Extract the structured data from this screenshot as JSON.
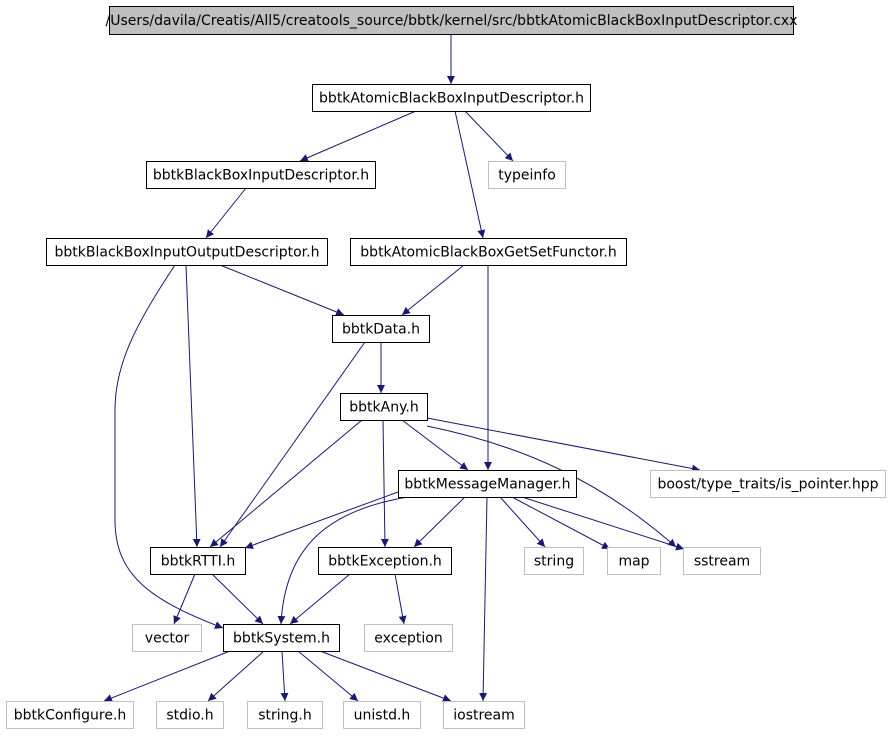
{
  "diagram": {
    "colors": {
      "edge": "#191970",
      "node_border": "#000000",
      "external_border": "#bfbfbf",
      "root_fill": "#bfbfbf"
    },
    "nodes": [
      {
        "id": "root",
        "label": "/Users/davila/Creatis/All5/creatools_source/bbtk/kernel/src/bbtkAtomicBlackBoxInputDescriptor.cxx",
        "kind": "root"
      },
      {
        "id": "abbid",
        "label": "bbtkAtomicBlackBoxInputDescriptor.h",
        "kind": "internal"
      },
      {
        "id": "bbid",
        "label": "bbtkBlackBoxInputDescriptor.h",
        "kind": "internal"
      },
      {
        "id": "typeinfo",
        "label": "typeinfo",
        "kind": "external"
      },
      {
        "id": "bbiod",
        "label": "bbtkBlackBoxInputOutputDescriptor.h",
        "kind": "internal"
      },
      {
        "id": "abbgsf",
        "label": "bbtkAtomicBlackBoxGetSetFunctor.h",
        "kind": "internal"
      },
      {
        "id": "data",
        "label": "bbtkData.h",
        "kind": "internal"
      },
      {
        "id": "any",
        "label": "bbtkAny.h",
        "kind": "internal"
      },
      {
        "id": "msg",
        "label": "bbtkMessageManager.h",
        "kind": "internal"
      },
      {
        "id": "boost",
        "label": "boost/type_traits/is_pointer.hpp",
        "kind": "external"
      },
      {
        "id": "rtti",
        "label": "bbtkRTTI.h",
        "kind": "internal"
      },
      {
        "id": "exc",
        "label": "bbtkException.h",
        "kind": "internal"
      },
      {
        "id": "string",
        "label": "string",
        "kind": "external"
      },
      {
        "id": "map",
        "label": "map",
        "kind": "external"
      },
      {
        "id": "sstream",
        "label": "sstream",
        "kind": "external"
      },
      {
        "id": "vector",
        "label": "vector",
        "kind": "external"
      },
      {
        "id": "system",
        "label": "bbtkSystem.h",
        "kind": "internal"
      },
      {
        "id": "exception",
        "label": "exception",
        "kind": "external"
      },
      {
        "id": "config",
        "label": "bbtkConfigure.h",
        "kind": "external"
      },
      {
        "id": "stdio",
        "label": "stdio.h",
        "kind": "external"
      },
      {
        "id": "stringh",
        "label": "string.h",
        "kind": "external"
      },
      {
        "id": "unistd",
        "label": "unistd.h",
        "kind": "external"
      },
      {
        "id": "iostream",
        "label": "iostream",
        "kind": "external"
      }
    ],
    "edges": [
      {
        "from": "root",
        "to": "abbid"
      },
      {
        "from": "abbid",
        "to": "bbid"
      },
      {
        "from": "abbid",
        "to": "typeinfo"
      },
      {
        "from": "abbid",
        "to": "abbgsf"
      },
      {
        "from": "bbid",
        "to": "bbiod"
      },
      {
        "from": "bbiod",
        "to": "data"
      },
      {
        "from": "bbiod",
        "to": "rtti"
      },
      {
        "from": "bbiod",
        "to": "system"
      },
      {
        "from": "abbgsf",
        "to": "data"
      },
      {
        "from": "abbgsf",
        "to": "msg"
      },
      {
        "from": "data",
        "to": "any"
      },
      {
        "from": "data",
        "to": "rtti"
      },
      {
        "from": "any",
        "to": "msg"
      },
      {
        "from": "any",
        "to": "boost"
      },
      {
        "from": "any",
        "to": "sstream"
      },
      {
        "from": "any",
        "to": "rtti"
      },
      {
        "from": "any",
        "to": "exc"
      },
      {
        "from": "msg",
        "to": "rtti"
      },
      {
        "from": "msg",
        "to": "exc"
      },
      {
        "from": "msg",
        "to": "system"
      },
      {
        "from": "msg",
        "to": "string"
      },
      {
        "from": "msg",
        "to": "map"
      },
      {
        "from": "msg",
        "to": "sstream"
      },
      {
        "from": "msg",
        "to": "iostream"
      },
      {
        "from": "rtti",
        "to": "vector"
      },
      {
        "from": "rtti",
        "to": "system"
      },
      {
        "from": "exc",
        "to": "system"
      },
      {
        "from": "exc",
        "to": "exception"
      },
      {
        "from": "system",
        "to": "config"
      },
      {
        "from": "system",
        "to": "stdio"
      },
      {
        "from": "system",
        "to": "stringh"
      },
      {
        "from": "system",
        "to": "unistd"
      },
      {
        "from": "system",
        "to": "iostream"
      }
    ]
  }
}
